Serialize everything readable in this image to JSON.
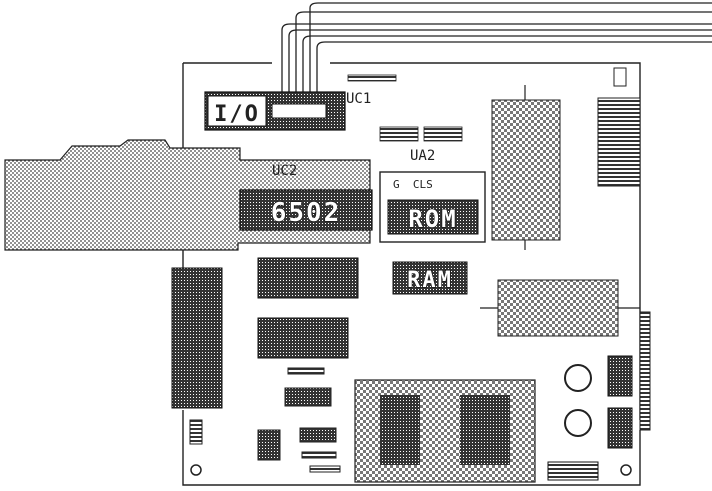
{
  "image": {
    "subject": "dithered monochrome illustration of a computer circuit board"
  },
  "labels": {
    "io_chip": "I/O",
    "uc1": "UC1",
    "uc2": "UC2",
    "ua2": "UA2",
    "cpu": "6502",
    "rom": "ROM",
    "ram": "RAM",
    "rom_socket_marks": "G  CLS"
  },
  "colors": {
    "ink": "#1a1a1a",
    "paper": "#ffffff",
    "dither": "#555555"
  }
}
